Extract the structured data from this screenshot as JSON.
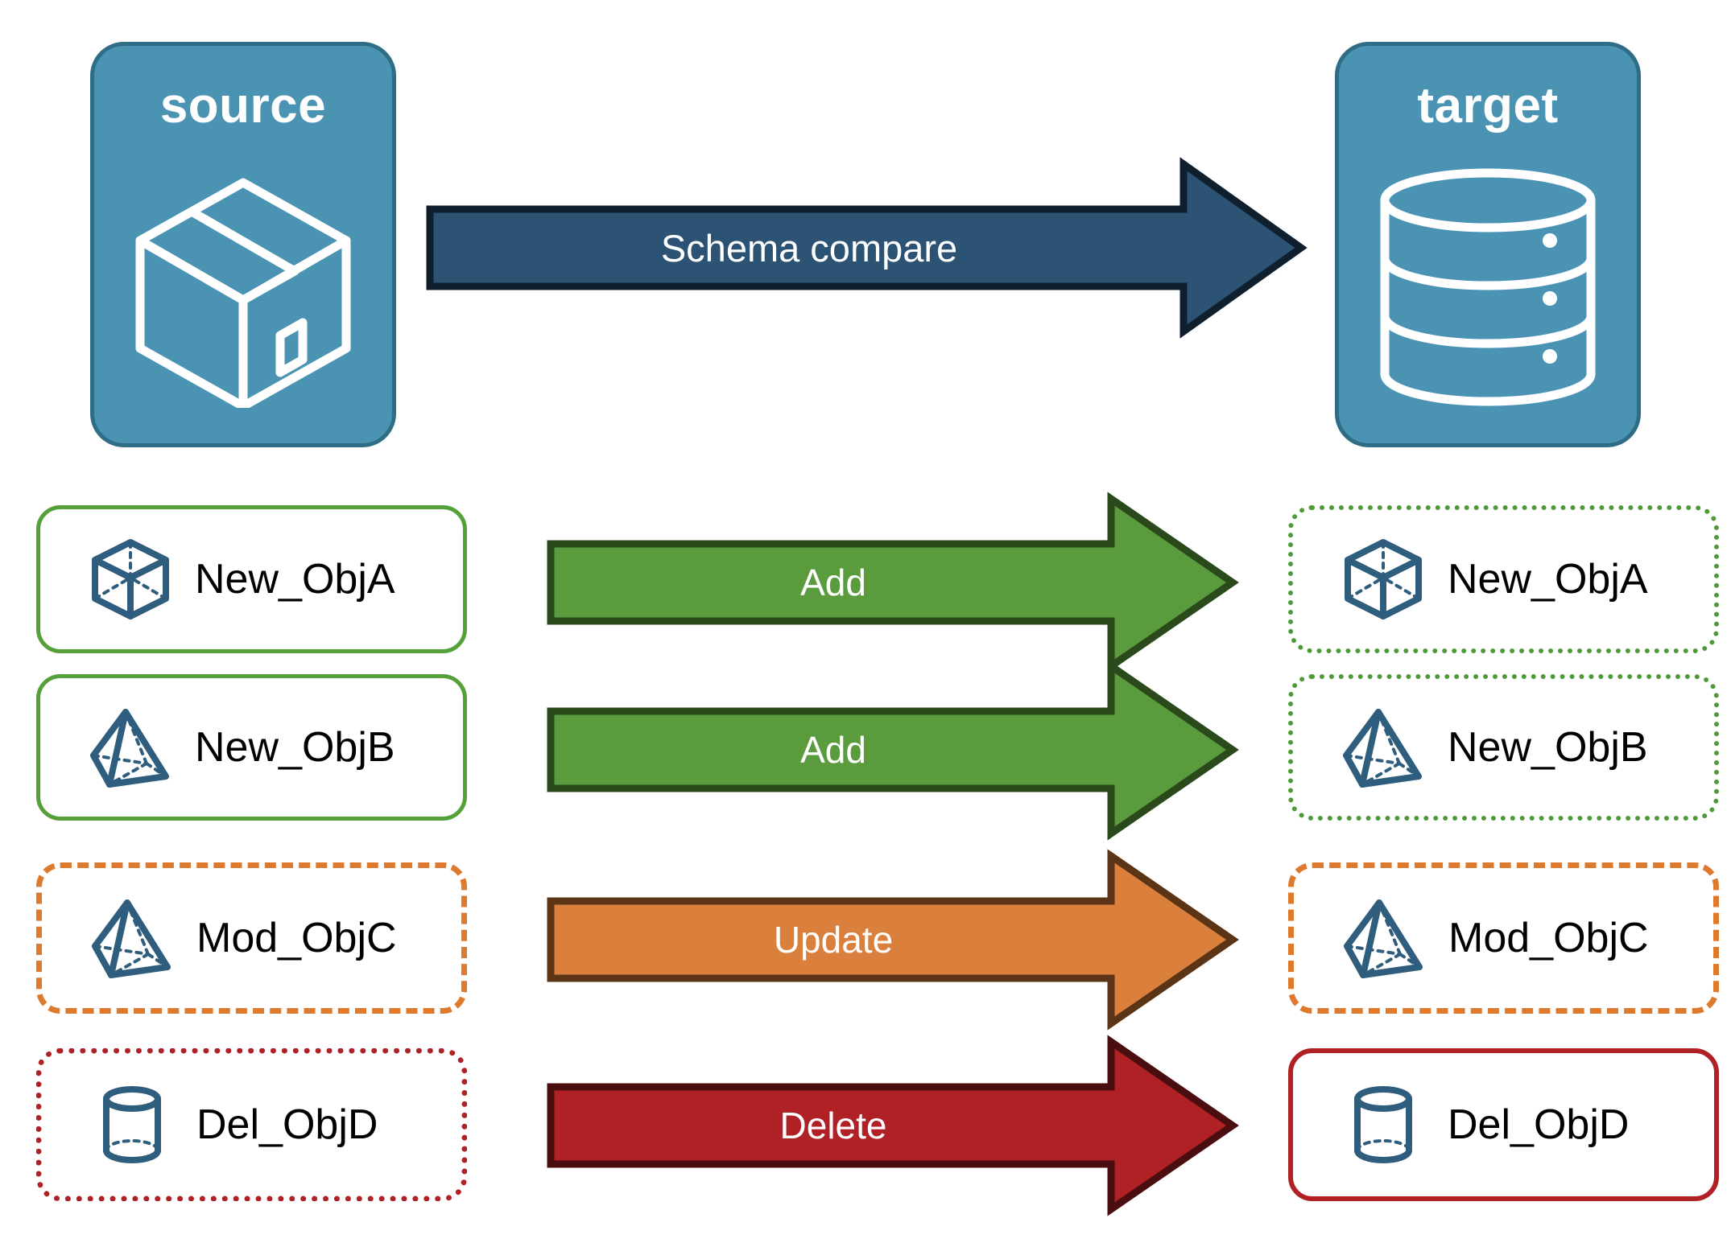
{
  "diagram": {
    "title_source": "source",
    "title_target": "target",
    "main_arrow_label": "Schema compare"
  },
  "colors": {
    "endpoint_fill": "#4a93b3",
    "endpoint_border": "#2f6c85",
    "main_arrow_fill": "#2c5374",
    "main_arrow_border": "#0f1f2e",
    "add_fill": "#5a9b3e",
    "add_border": "#2b4a1b",
    "update_fill": "#db7f3c",
    "update_border": "#5a3414",
    "delete_fill": "#b02126",
    "delete_border": "#4a0d10",
    "object_icon": "#2f5d7e",
    "green_border": "#55a03a",
    "orange_border": "#dd7a2e",
    "red_border": "#b02126"
  },
  "rows": [
    {
      "action": "Add",
      "source": {
        "label": "New_ObjA",
        "icon": "cube-icon",
        "border_style": "solid-green"
      },
      "target": {
        "label": "New_ObjA",
        "icon": "cube-icon",
        "border_style": "dotted-green"
      },
      "arrow": {
        "fill": "#5a9b3e",
        "border": "#2b4a1b"
      }
    },
    {
      "action": "Add",
      "source": {
        "label": "New_ObjB",
        "icon": "pyramid-icon",
        "border_style": "solid-green"
      },
      "target": {
        "label": "New_ObjB",
        "icon": "pyramid-icon",
        "border_style": "dotted-green"
      },
      "arrow": {
        "fill": "#5a9b3e",
        "border": "#2b4a1b"
      }
    },
    {
      "action": "Update",
      "source": {
        "label": "Mod_ObjC",
        "icon": "pyramid-icon",
        "border_style": "dashed-orange"
      },
      "target": {
        "label": "Mod_ObjC",
        "icon": "pyramid-icon",
        "border_style": "dashed-orange"
      },
      "arrow": {
        "fill": "#db7f3c",
        "border": "#5a3414"
      }
    },
    {
      "action": "Delete",
      "source": {
        "label": "Del_ObjD",
        "icon": "cylinder-icon",
        "border_style": "dotted-red"
      },
      "target": {
        "label": "Del_ObjD",
        "icon": "cylinder-icon",
        "border_style": "solid-red"
      },
      "arrow": {
        "fill": "#b02126",
        "border": "#4a0d10"
      }
    }
  ]
}
